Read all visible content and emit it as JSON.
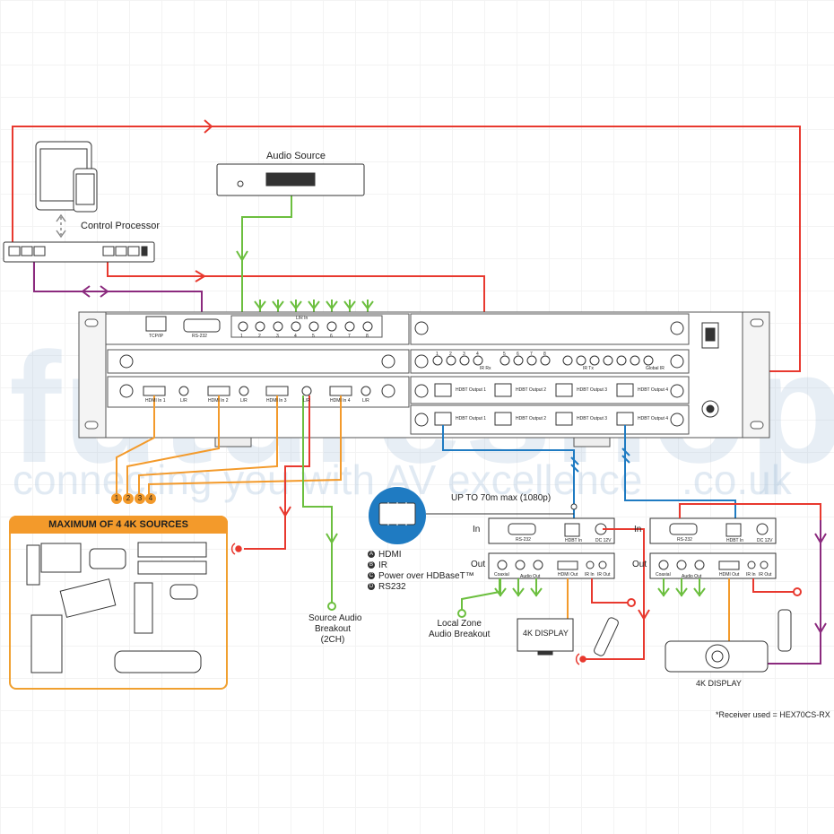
{
  "watermark": {
    "brand": "futureshop",
    "tagline": "connecting you with AV excellence",
    "domain": ".co.uk"
  },
  "labels": {
    "audio_source": "Audio Source",
    "control_processor": "Control Processor",
    "tcp_ip": "TCP/IP",
    "rs232": "RS-232",
    "lr_in": "L/R In",
    "ir_rx": "IR Rx",
    "ir_tx": "IR Tx",
    "global_ir": "Global IR",
    "hdmi_in_1": "HDMI In 1",
    "hdmi_in_2": "HDMI In 2",
    "hdmi_in_3": "HDMI In 3",
    "hdmi_in_4": "HDMI In 4",
    "lr": "L/R",
    "hdbt_output_1": "HDBT Output 1",
    "hdbt_output_2": "HDBT Output 2",
    "hdbt_output_3": "HDBT Output 3",
    "hdbt_output_4": "HDBT Output 4",
    "audio_port_numbers": [
      "1",
      "2",
      "3",
      "4",
      "5",
      "6",
      "7",
      "8"
    ],
    "ir_port_numbers": [
      "1",
      "2",
      "3",
      "4",
      "5",
      "6",
      "7",
      "8"
    ],
    "sources_title": "MAXIMUM OF 4 4K SOURCES",
    "source_numbers": [
      "1",
      "2",
      "3",
      "4"
    ],
    "source_audio_breakout": [
      "Source Audio",
      "Breakout",
      "(2CH)"
    ],
    "distance": "UP TO 70m max (1080p)",
    "in": "In",
    "out": "Out",
    "local_zone": [
      "Local Zone",
      "Audio Breakout"
    ],
    "display_4k": "4K DISPLAY",
    "display_4k_2": "4K DISPLAY",
    "receiver_note": "*Receiver used = HEX70CS-RX",
    "rx_rs232": "RS-232",
    "rx_hdbt_in": "HDBT In",
    "rx_dc": "DC 12V",
    "rx_coaxial": "Coaxial",
    "rx_audio_out": "Audio Out",
    "rx_hdmi_out": "HDMI Out",
    "rx_ir_in": "IR In",
    "rx_ir_out": "IR Out",
    "rx2_rs232": "RS-232",
    "rx2_hdbt_in": "HDBT In",
    "rx2_dc": "DC 12V",
    "rx2_coaxial": "Coaxial",
    "rx2_audio_out": "Audio Out",
    "rx2_hdmi_out": "HDMI Out",
    "rx2_ir_in": "IR In",
    "rx2_ir_out": "IR Out"
  },
  "legend": [
    {
      "badge": "A",
      "text": "HDMI"
    },
    {
      "badge": "B",
      "text": "IR"
    },
    {
      "badge": "C",
      "text": "Power over HDBaseT™"
    },
    {
      "badge": "D",
      "text": "RS232"
    }
  ],
  "colors": {
    "control": "#e8392f",
    "rs232": "#8b2a7e",
    "audio": "#6cbf3f",
    "hdmi": "#f39a2b",
    "hdbt": "#1f7bc2",
    "device": "#333333"
  }
}
